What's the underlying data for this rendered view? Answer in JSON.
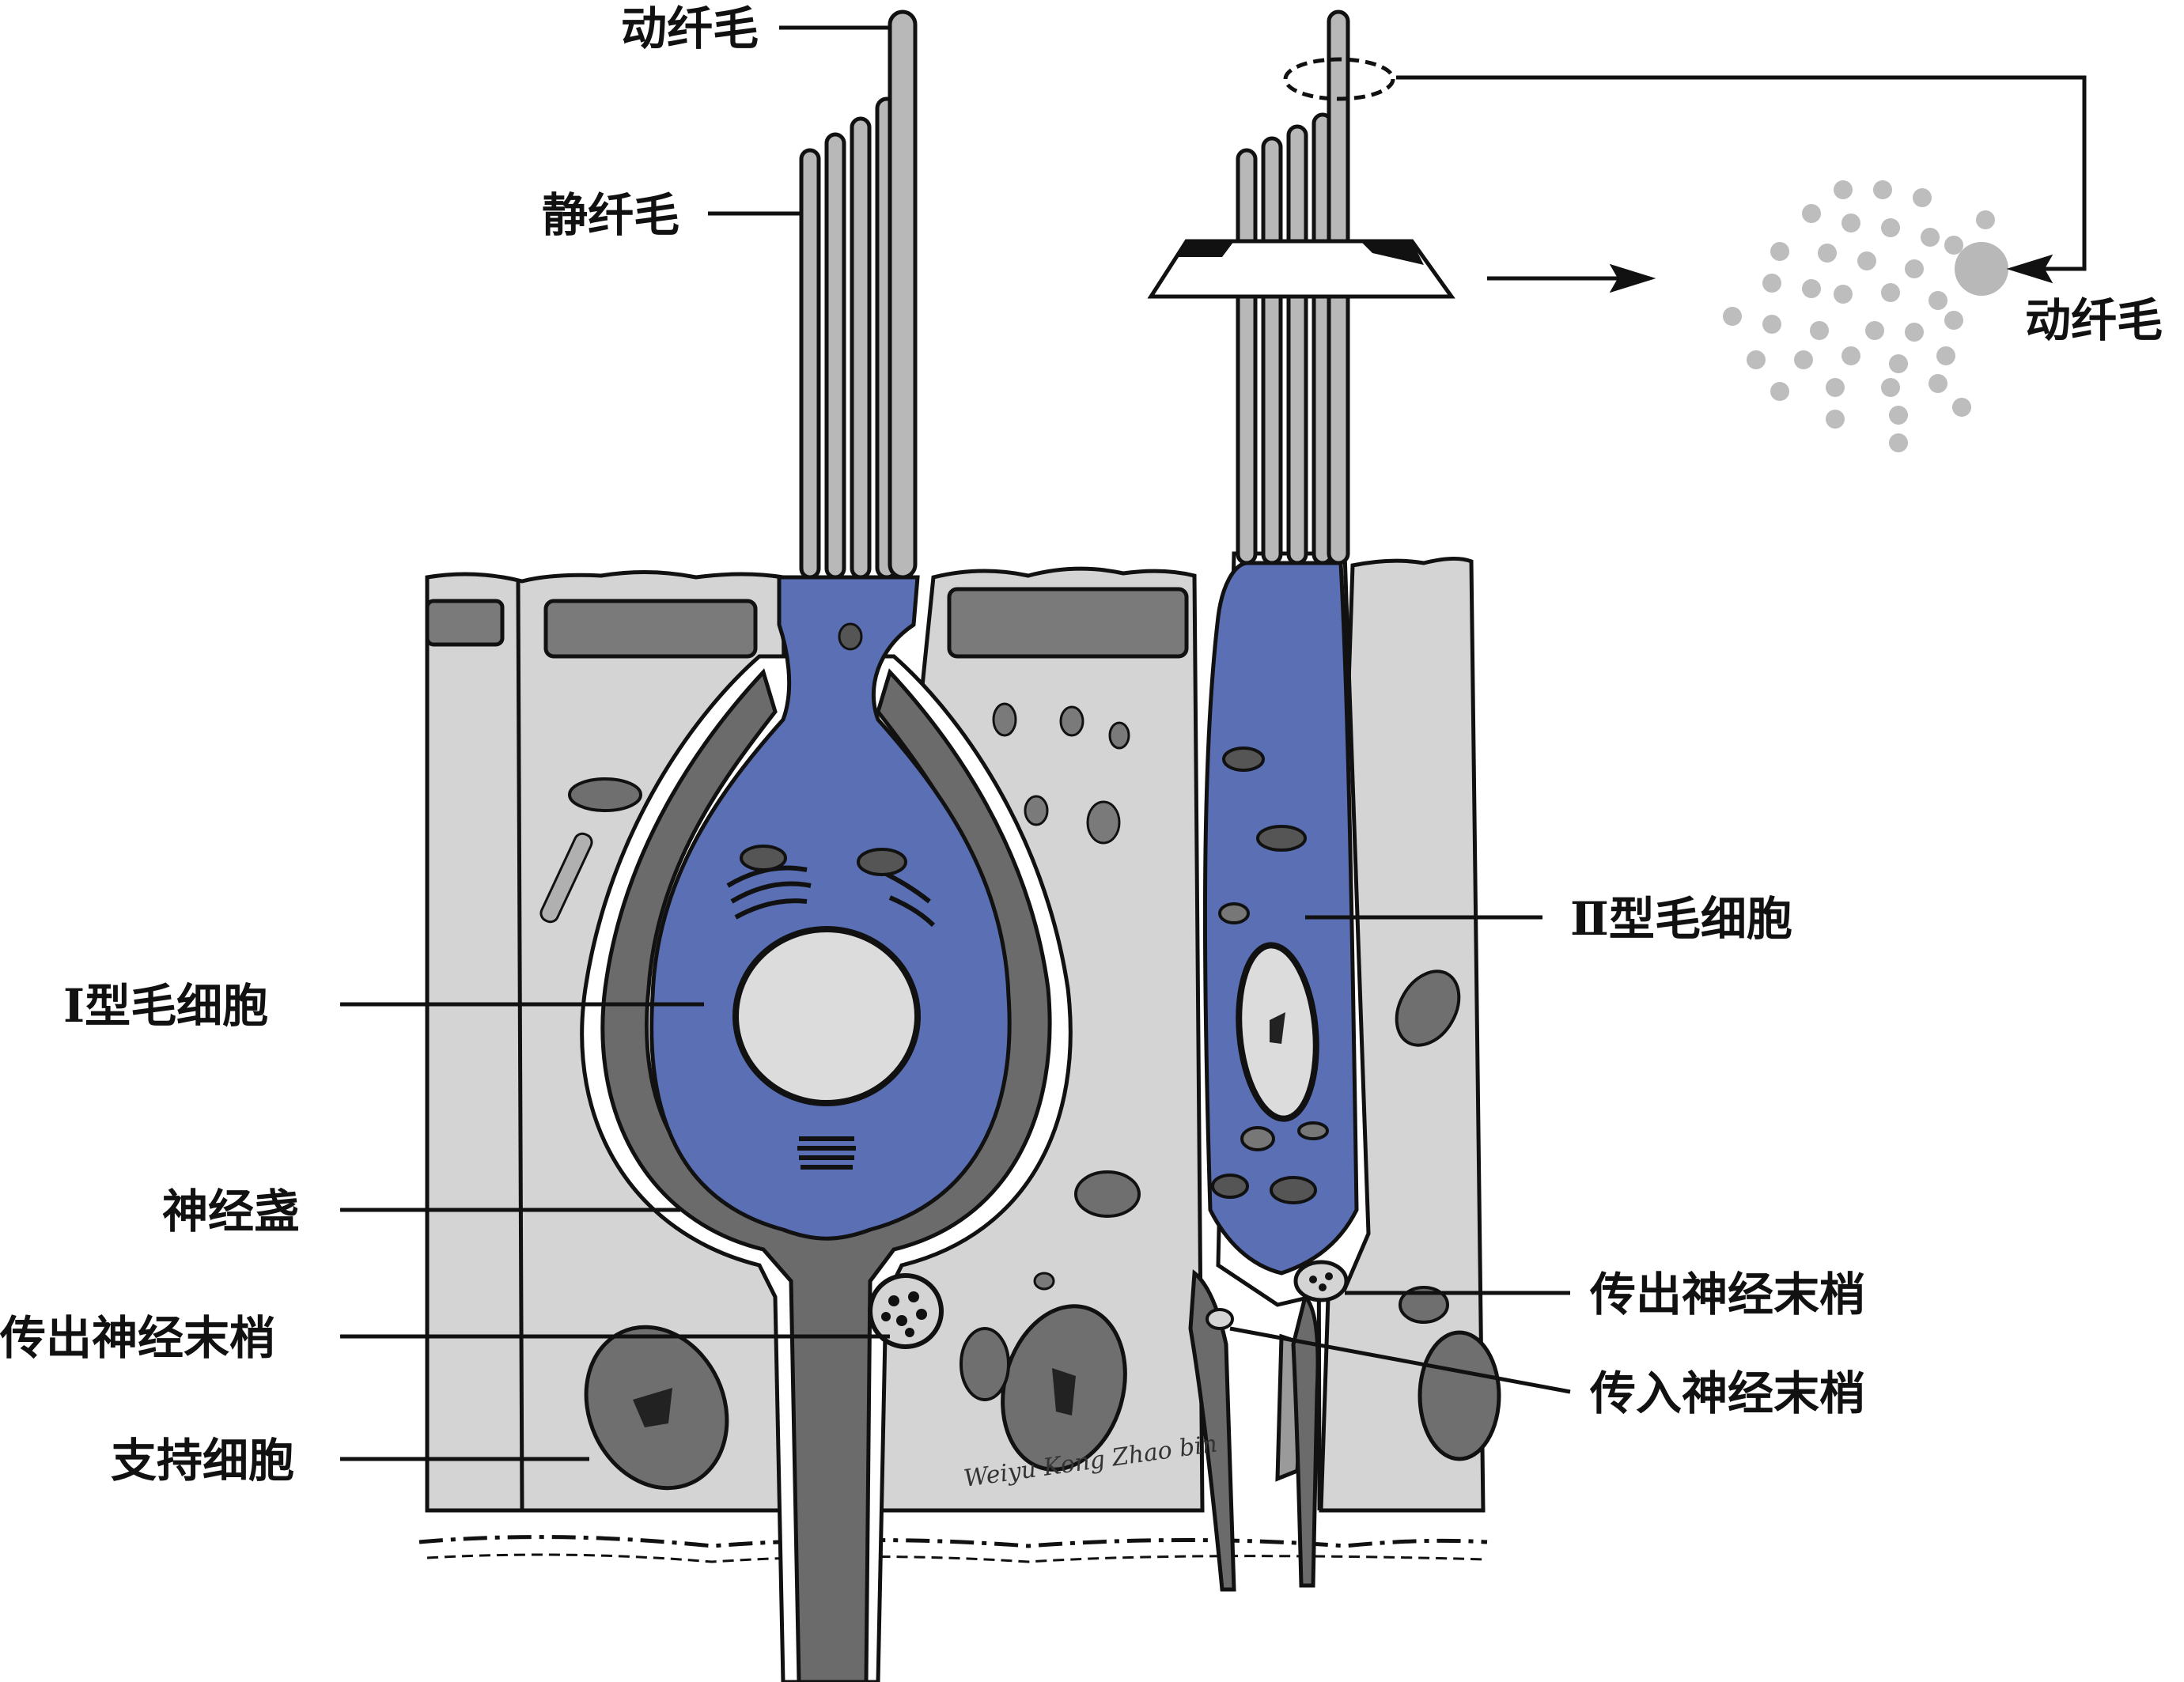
{
  "labels": {
    "kinocilium_top": "动纤毛",
    "stereocilia": "静纤毛",
    "type1_hair_cell": "Ⅰ型毛细胞",
    "nerve_calyx": "神经盏",
    "efferent_left": "传出神经末梢",
    "supporting_cell": "支持细胞",
    "type2_hair_cell": "Ⅱ型毛细胞",
    "efferent_right": "传出神经末梢",
    "afferent_right": "传入神经末梢",
    "kinocilium_cross_section": "动纤毛"
  },
  "signature": "Weiyu Kong Zhao bin",
  "colors": {
    "hair_cell": "#5a6fb4",
    "supporting_cell": "#d4d4d4",
    "nerve": "#6b6b6b",
    "cilia": "#b8b8b8",
    "nucleus": "#dcdcdc",
    "outline": "#111111"
  }
}
